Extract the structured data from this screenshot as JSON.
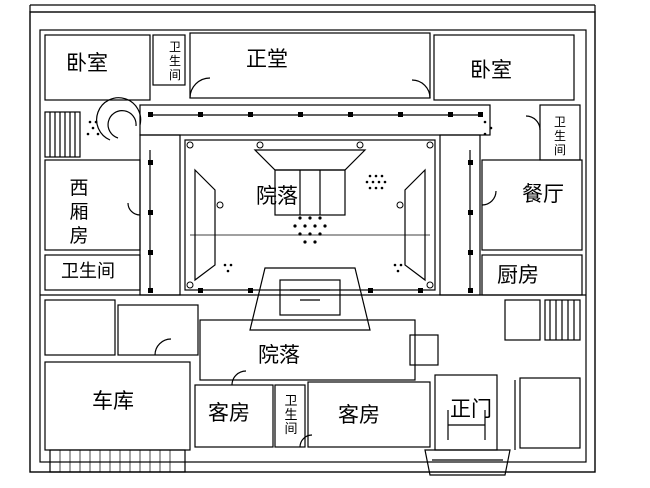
{
  "rooms": {
    "bedroom_left": "卧室",
    "main_hall": "正堂",
    "bedroom_right": "卧室",
    "bath_top_left": "卫生间",
    "bath_top_right": "卫生间",
    "west_wing": "西厢房",
    "courtyard_upper": "院落",
    "dining_room": "餐厅",
    "bath_west": "卫生间",
    "kitchen": "厨房",
    "courtyard_lower": "院落",
    "garage": "车库",
    "guest_room_left": "客房",
    "bath_bottom": "卫生间",
    "guest_room_right": "客房",
    "main_gate": "正门"
  }
}
